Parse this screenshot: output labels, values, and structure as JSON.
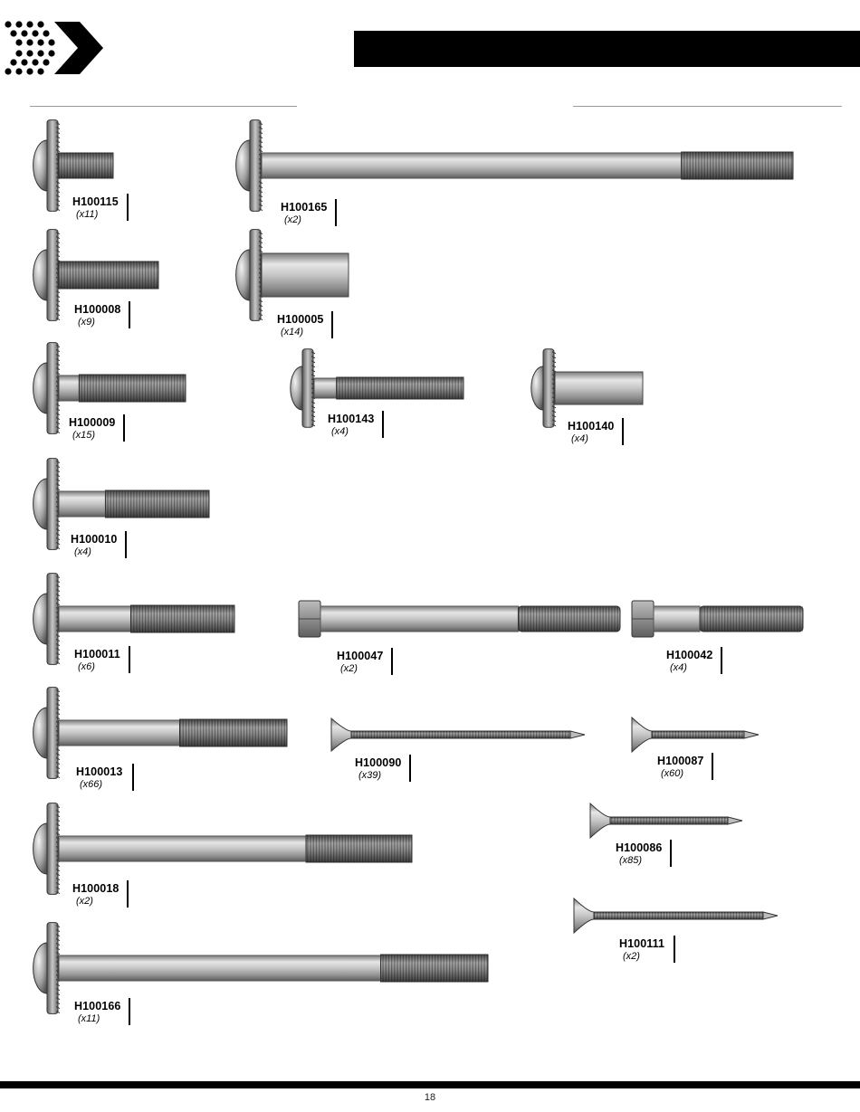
{
  "page": {
    "page_number": "18"
  },
  "parts": [
    {
      "code": "H100115",
      "qty": "(x11)",
      "type": "carriage",
      "head_radius": 28,
      "length": 60,
      "thread": 1.0
    },
    {
      "code": "H100165",
      "qty": "(x2)",
      "type": "carriage",
      "head_radius": 28,
      "length": 587,
      "thread": 0.21
    },
    {
      "code": "H100008",
      "qty": "(x9)",
      "type": "carriage",
      "head_radius": 28,
      "length": 110,
      "thread": 1.0
    },
    {
      "code": "H100005",
      "qty": "(x14)",
      "type": "carriage-sleeve",
      "head_radius": 28,
      "length": 96,
      "thread": 0
    },
    {
      "code": "H100009",
      "qty": "(x15)",
      "type": "carriage",
      "head_radius": 28,
      "length": 140,
      "thread": 0.84
    },
    {
      "code": "H100143",
      "qty": "(x4)",
      "type": "carriage",
      "head_radius": 24,
      "length": 165,
      "thread": 0.85
    },
    {
      "code": "H100140",
      "qty": "(x4)",
      "type": "carriage-sleeve",
      "head_radius": 24,
      "length": 97,
      "thread": 0
    },
    {
      "code": "H100010",
      "qty": "(x4)",
      "type": "carriage",
      "head_radius": 28,
      "length": 166,
      "thread": 0.69
    },
    {
      "code": "H100011",
      "qty": "(x6)",
      "type": "carriage",
      "head_radius": 28,
      "length": 194,
      "thread": 0.59
    },
    {
      "code": "H100047",
      "qty": "(x2)",
      "type": "hex",
      "head_radius": 0,
      "length": 331,
      "thread": 0.34
    },
    {
      "code": "H100042",
      "qty": "(x4)",
      "type": "hex",
      "head_radius": 0,
      "length": 165,
      "thread": 0.69
    },
    {
      "code": "H100013",
      "qty": "(x66)",
      "type": "carriage",
      "head_radius": 28,
      "length": 252,
      "thread": 0.47
    },
    {
      "code": "H100090",
      "qty": "(x39)",
      "type": "screw",
      "head_radius": 0,
      "length": 280,
      "thread": 1.0
    },
    {
      "code": "H100087",
      "qty": "(x60)",
      "type": "screw",
      "head_radius": 0,
      "length": 140,
      "thread": 1.0
    },
    {
      "code": "H100018",
      "qty": "(x2)",
      "type": "carriage",
      "head_radius": 28,
      "length": 390,
      "thread": 0.3
    },
    {
      "code": "H100086",
      "qty": "(x85)",
      "type": "screw",
      "head_radius": 0,
      "length": 168,
      "thread": 1.0
    },
    {
      "code": "H100111",
      "qty": "(x2)",
      "type": "screw",
      "head_radius": 0,
      "length": 225,
      "thread": 1.0
    },
    {
      "code": "H100166",
      "qty": "(x11)",
      "type": "carriage",
      "head_radius": 28,
      "length": 474,
      "thread": 0.25
    }
  ]
}
